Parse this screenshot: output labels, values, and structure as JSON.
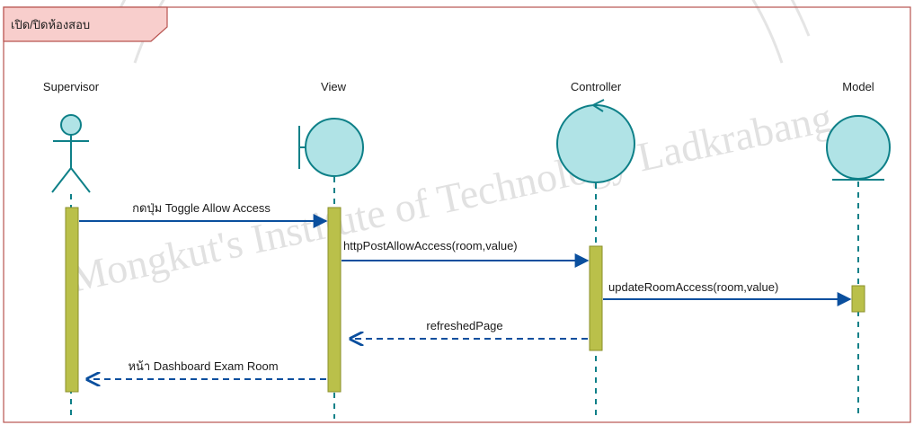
{
  "frame": {
    "label": "เปิด/ปิดห้องสอบ"
  },
  "participants": [
    {
      "id": "supervisor",
      "name": "Supervisor",
      "kind": "actor"
    },
    {
      "id": "view",
      "name": "View",
      "kind": "boundary"
    },
    {
      "id": "controller",
      "name": "Controller",
      "kind": "control"
    },
    {
      "id": "model",
      "name": "Model",
      "kind": "entity"
    }
  ],
  "messages": [
    {
      "from": "supervisor",
      "to": "view",
      "label": "กดปุ่ม Toggle Allow Access",
      "style": "solid"
    },
    {
      "from": "view",
      "to": "controller",
      "label": "httpPostAllowAccess(room,value)",
      "style": "solid"
    },
    {
      "from": "controller",
      "to": "model",
      "label": "updateRoomAccess(room,value)",
      "style": "solid"
    },
    {
      "from": "controller",
      "to": "view",
      "label": "refreshedPage",
      "style": "dashed"
    },
    {
      "from": "view",
      "to": "supervisor",
      "label": "หน้า Dashboard Exam Room",
      "style": "dashed"
    }
  ],
  "watermark": {
    "text": "Mongkut's Institute of Technology Ladkrabang"
  },
  "colors": {
    "frame_border": "#b85450",
    "frame_fill": "#f8cecc",
    "symbol_fill": "#b0e3e6",
    "symbol_stroke": "#0e8088",
    "activation_fill": "#bac04a",
    "activation_stroke": "#8a8f2a",
    "arrow": "#0a4f9e",
    "lifeline": "#0e8088"
  }
}
